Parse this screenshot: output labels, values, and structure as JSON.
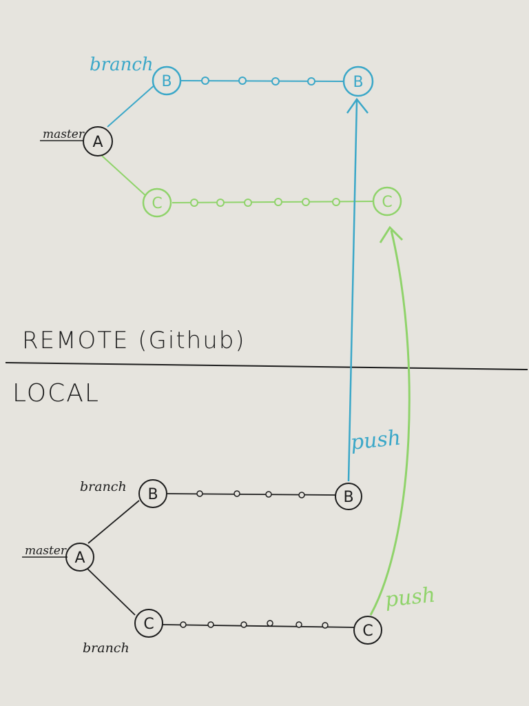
{
  "colors": {
    "paper": "#e6e4de",
    "ink": "#1c1c1c",
    "blue": "#3aa7c8",
    "green": "#8fd36a"
  },
  "regions": {
    "remote": "REMOTE (Github)",
    "local": "LOCAL"
  },
  "remote": {
    "master_label": "master",
    "branch_label": "branch",
    "node_a": "A",
    "node_b_start": "B",
    "node_b_end": "B",
    "node_c_start": "C",
    "node_c_end": "C"
  },
  "local": {
    "master_label": "master",
    "branch_label_top": "branch",
    "branch_label_bottom": "branch",
    "node_a": "A",
    "node_b_start": "B",
    "node_b_end": "B",
    "node_c_start": "C",
    "node_c_end": "C"
  },
  "arrows": {
    "push_blue": "push",
    "push_green": "push"
  }
}
